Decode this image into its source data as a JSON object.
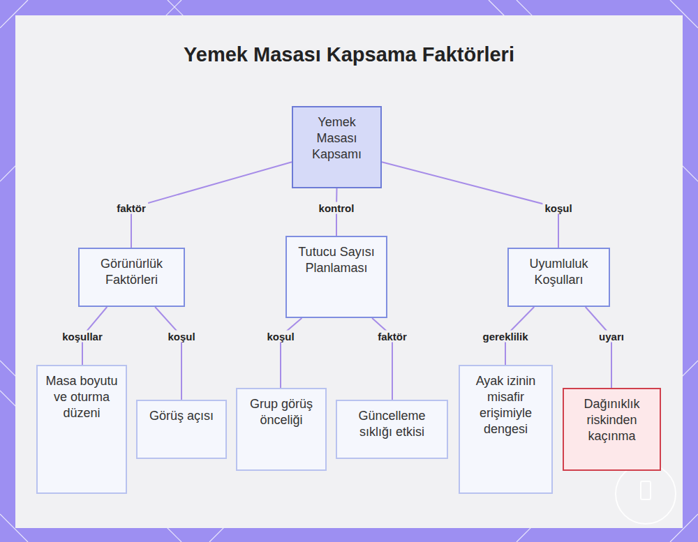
{
  "diagram": {
    "title": "Yemek Masası Kapsama Faktörleri",
    "nodes": [
      {
        "text": [
          "Yemek Masası Kapsamı"
        ]
      },
      {
        "text": [
          "Görünürlük Faktörleri"
        ]
      },
      {
        "text": [
          "Tutucu Sayısı Planlaması"
        ]
      },
      {
        "text": [
          "Uyumluluk Koşulları"
        ]
      },
      {
        "text": [
          "Masa boyutu ve oturma düzeni"
        ]
      },
      {
        "text": [
          "Görüş açısı"
        ]
      },
      {
        "text": [
          "Grup görüş önceliği"
        ]
      },
      {
        "text": [
          "Güncelleme sıklığı etkisi"
        ]
      },
      {
        "text": [
          "Ayak izinin misafir erişimiyle dengesi"
        ]
      },
      {
        "text": [
          "Dağınıklık riskinden kaçınma"
        ]
      }
    ],
    "edges": [
      {
        "from": 0,
        "to": 1,
        "label": "faktör",
        "arrow": "none"
      },
      {
        "from": 0,
        "to": 2,
        "label": "kontrol",
        "arrow": "none"
      },
      {
        "from": 0,
        "to": 3,
        "label": "koşul",
        "arrow": "none"
      },
      {
        "from": 1,
        "to": 4,
        "label": "koşullar",
        "arrow": "none"
      },
      {
        "from": 1,
        "to": 5,
        "label": "koşul",
        "arrow": "none"
      },
      {
        "from": 2,
        "to": 6,
        "label": "koşul",
        "arrow": "none"
      },
      {
        "from": 2,
        "to": 7,
        "label": "faktör",
        "arrow": "none"
      },
      {
        "from": 3,
        "to": 8,
        "label": "gereklilik",
        "arrow": "none"
      },
      {
        "from": 3,
        "to": 9,
        "label": "uyarı",
        "arrow": "none"
      }
    ]
  }
}
